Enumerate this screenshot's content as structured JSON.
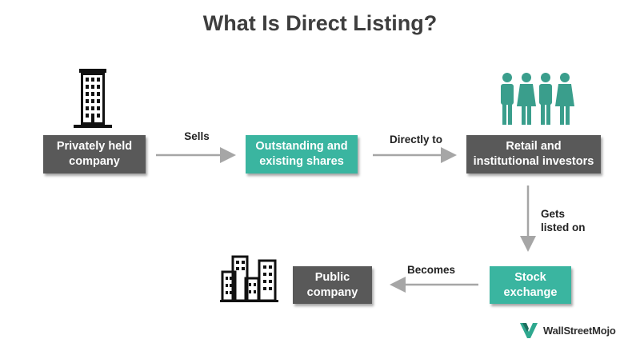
{
  "title": "What Is Direct Listing?",
  "nodes": {
    "private_company": "Privately held\ncompany",
    "shares": "Outstanding and\nexisting shares",
    "investors": "Retail and\ninstitutional investors",
    "stock_exchange": "Stock\nexchange",
    "public_company": "Public\ncompany"
  },
  "edges": {
    "sells": "Sells",
    "directly_to": "Directly to",
    "gets_listed_on": "Gets\nlisted on",
    "becomes": "Becomes"
  },
  "logo": {
    "text": "WallStreetMojo"
  },
  "colors": {
    "gray_box": "#595959",
    "teal_box": "#3ab5a0",
    "arrow": "#a6a6a6",
    "title": "#3e3e3e"
  },
  "icons": [
    "office-building-icon",
    "people-group-icon",
    "city-buildings-icon",
    "wallstreetmojo-logo-icon"
  ]
}
